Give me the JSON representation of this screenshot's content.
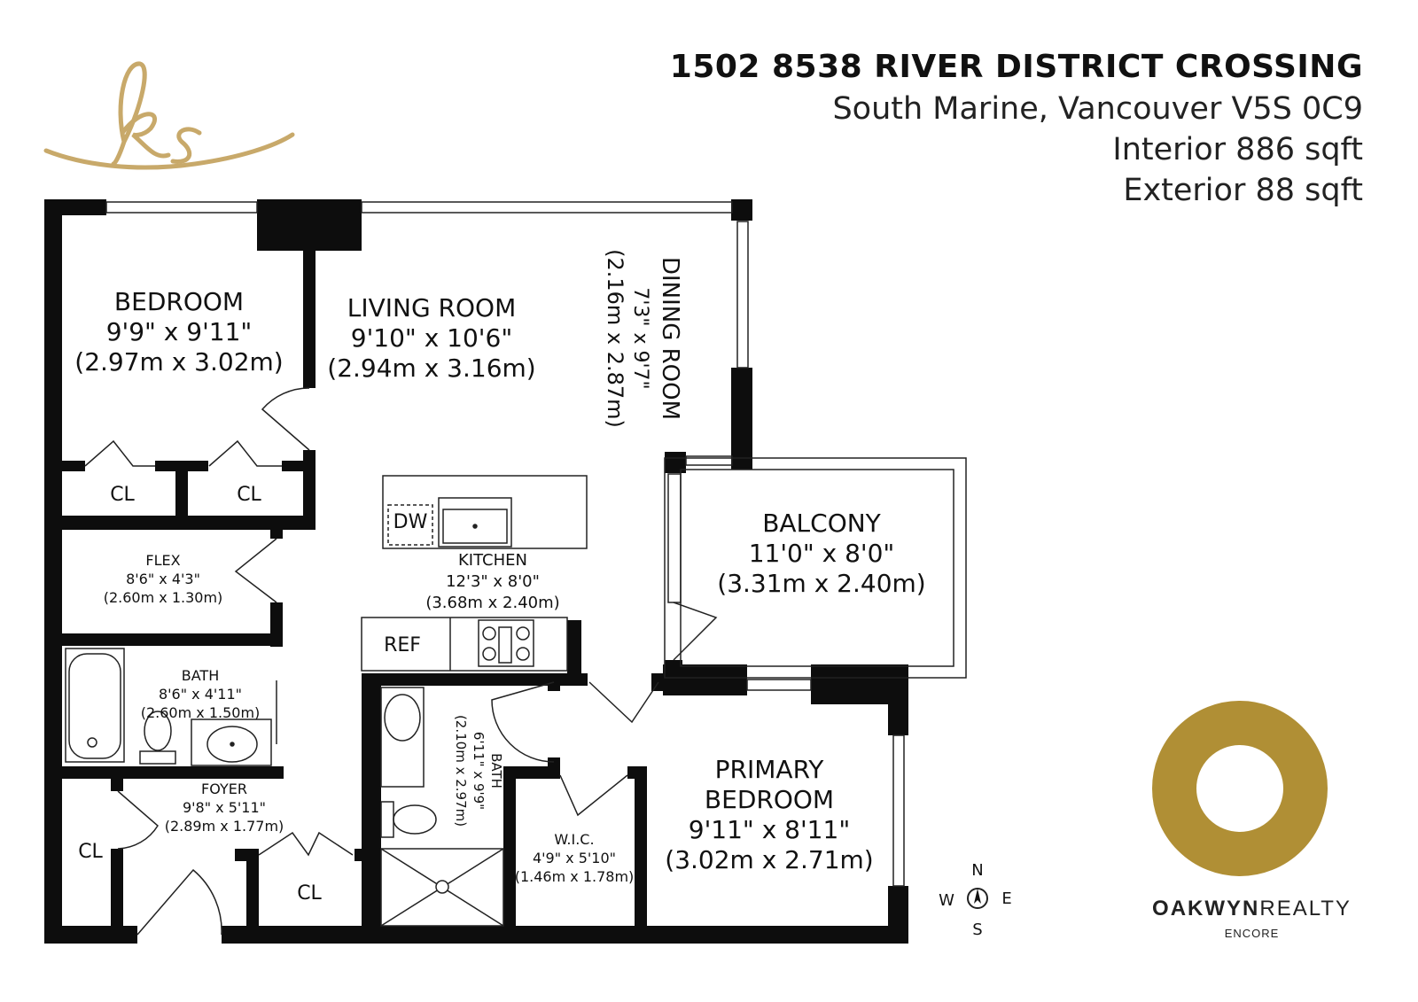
{
  "header": {
    "address_line1": "1502 8538 RIVER DISTRICT CROSSING",
    "address_line2": "South Marine, Vancouver V5S 0C9",
    "interior": "Interior 886 sqft",
    "exterior": "Exterior 88 sqft"
  },
  "logo": {
    "monogram": "ks",
    "color": "#c8a96a"
  },
  "rooms": {
    "bedroom": {
      "name": "BEDROOM",
      "imperial": "9'9\" x 9'11\"",
      "metric": "(2.97m x 3.02m)"
    },
    "living": {
      "name": "LIVING ROOM",
      "imperial": "9'10\" x 10'6\"",
      "metric": "(2.94m x 3.16m)"
    },
    "dining": {
      "name": "DINING ROOM",
      "imperial": "7'3\" x 9'7\"",
      "metric": "(2.16m x 2.87m)"
    },
    "balcony": {
      "name": "BALCONY",
      "imperial": "11'0\" x 8'0\"",
      "metric": "(3.31m x 2.40m)"
    },
    "kitchen": {
      "name": "KITCHEN",
      "imperial": "12'3\" x 8'0\"",
      "metric": "(3.68m x 2.40m)"
    },
    "flex": {
      "name": "FLEX",
      "imperial": "8'6\" x 4'3\"",
      "metric": "(2.60m x 1.30m)"
    },
    "bath1": {
      "name": "BATH",
      "imperial": "8'6\" x 4'11\"",
      "metric": "(2.60m x 1.50m)"
    },
    "bath2": {
      "name": "BATH",
      "imperial": "6'11\" x 9'9\"",
      "metric": "(2.10m x 2.97m)"
    },
    "foyer": {
      "name": "FOYER",
      "imperial": "9'8\" x 5'11\"",
      "metric": "(2.89m x 1.77m)"
    },
    "wic": {
      "name": "W.I.C.",
      "imperial": "4'9\" x 5'10\"",
      "metric": "(1.46m x 1.78m)"
    },
    "primary": {
      "name1": "PRIMARY",
      "name2": "BEDROOM",
      "imperial": "9'11\" x 8'11\"",
      "metric": "(3.02m x 2.71m)"
    }
  },
  "labels": {
    "closet": "CL",
    "dishwasher": "DW",
    "fridge": "REF"
  },
  "compass": {
    "n": "N",
    "s": "S",
    "e": "E",
    "w": "W"
  },
  "brand": {
    "name_bold": "OAKWYN",
    "name_rest": "REALTY",
    "sub": "ENCORE",
    "ring_color": "#b08f35"
  },
  "colors": {
    "wall": "#0d0d0d",
    "line": "#222222"
  }
}
